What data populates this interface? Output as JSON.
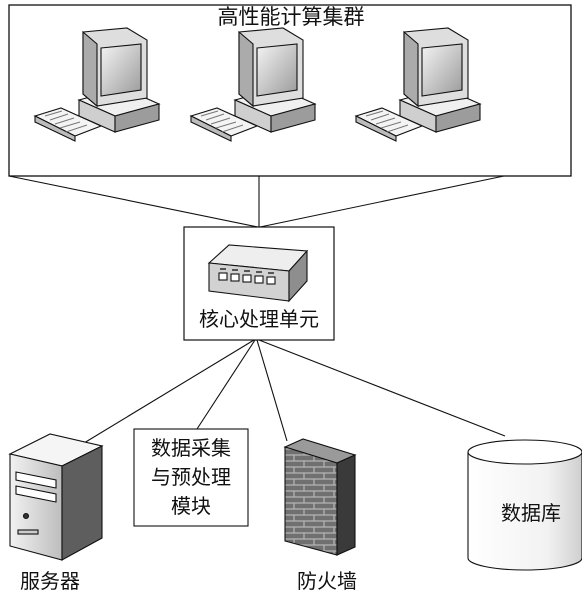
{
  "cluster": {
    "title": "高性能计算集群"
  },
  "core_unit": {
    "label": "核心处理单元"
  },
  "devices": {
    "server": {
      "label": "服务器",
      "icon": "server-tower-icon"
    },
    "module": {
      "lines": [
        "数据采集",
        "与预处理",
        "模块"
      ]
    },
    "firewall": {
      "label": "防火墙",
      "icon": "brick-firewall-icon"
    },
    "database": {
      "label": "数据库",
      "icon": "database-cylinder-icon"
    }
  },
  "icons": {
    "computer": "desktop-computer-icon",
    "switch": "network-switch-icon"
  },
  "colors": {
    "line": "#111111",
    "device_fill": "#dcdcdc",
    "firewall_fill": "#6a6a6a",
    "background": "#ffffff"
  }
}
